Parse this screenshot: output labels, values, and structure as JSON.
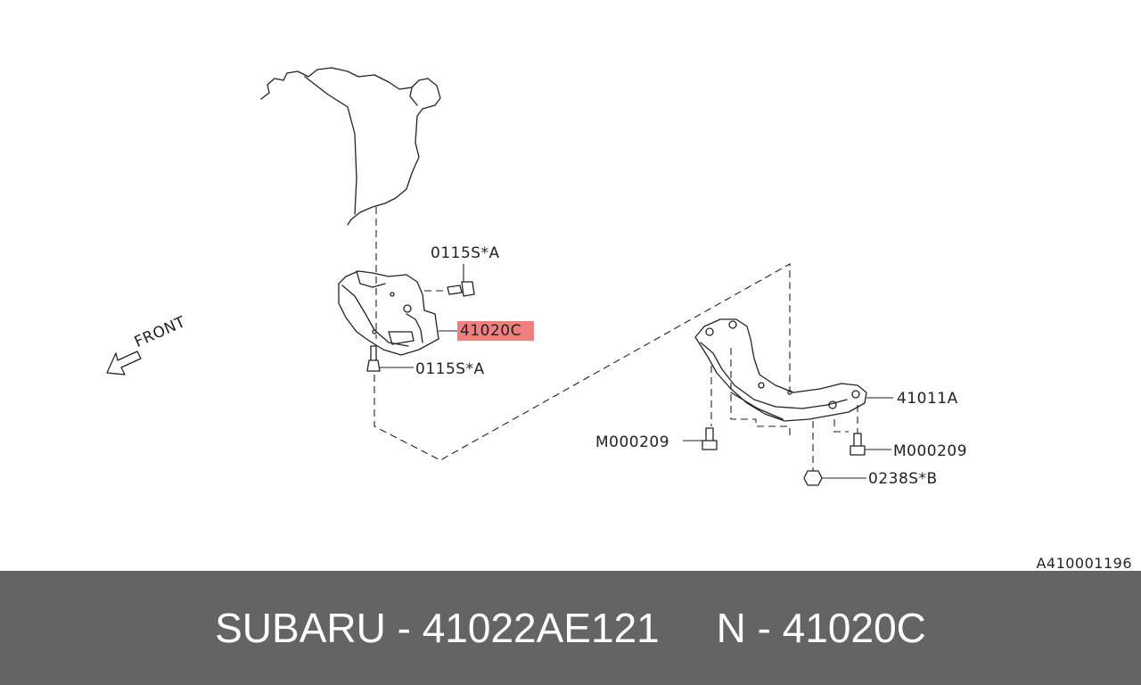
{
  "colors": {
    "footer_bg": "#646464",
    "footer_text": "#ffffff",
    "highlight": "#f08080",
    "line": "#222222"
  },
  "diagram": {
    "front_label": "FRONT",
    "callouts": {
      "bolt_upper": "0115S*A",
      "mount": "41020C",
      "bolt_lower": "0115S*A",
      "crossmember": "41011A",
      "bolt_left": "M000209",
      "bolt_right": "M000209",
      "nut": "0238S*B"
    },
    "reference_code": "A410001196"
  },
  "footer": {
    "text": "SUBARU - 41022AE121     N - 41020C"
  }
}
